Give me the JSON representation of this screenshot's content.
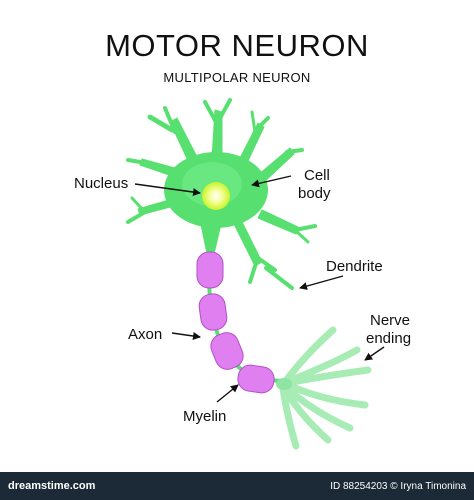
{
  "diagram": {
    "title": "MOTOR NEURON",
    "subtitle": "MULTIPOLAR NEURON",
    "labels": {
      "nucleus": "Nucleus",
      "cell_body_line1": "Cell",
      "cell_body_line2": "body",
      "dendrite": "Dendrite",
      "axon": "Axon",
      "nerve_ending_line1": "Nerve",
      "nerve_ending_line2": "ending",
      "myelin": "Myelin"
    },
    "colors": {
      "neuron": "#57e070",
      "neuron_dark": "#3cc458",
      "nucleus": "#e8ff3a",
      "myelin": "#e07ff0",
      "myelin_stroke": "#b44fcb",
      "terminal": "#a8ecb5"
    }
  },
  "footer": {
    "left_text": "dreamstime.com",
    "right_text": "ID 88254203 © Iryna Timonina"
  }
}
